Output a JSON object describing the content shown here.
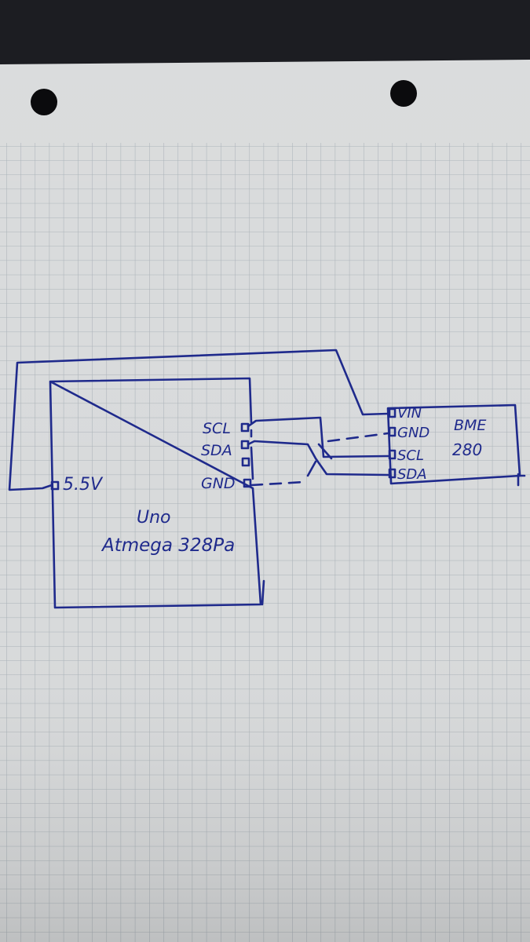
{
  "colors": {
    "ink": "#1f2a8c",
    "paper": "#d8dadb",
    "grid": "#a9b1b7",
    "background": "#1c1d22",
    "hole": "#0b0b0d"
  },
  "diagram": {
    "uno": {
      "title_line1": "Uno",
      "title_line2": "Atmega 328Pa",
      "pins": {
        "scl": "SCL",
        "sda": "SDA",
        "gnd": "GND",
        "power": "5.5V"
      }
    },
    "bme": {
      "title_line1": "BME",
      "title_line2": "280",
      "pins": {
        "vin": "VIN",
        "gnd": "GND",
        "scl": "SCL",
        "sda": "SDA"
      }
    }
  }
}
